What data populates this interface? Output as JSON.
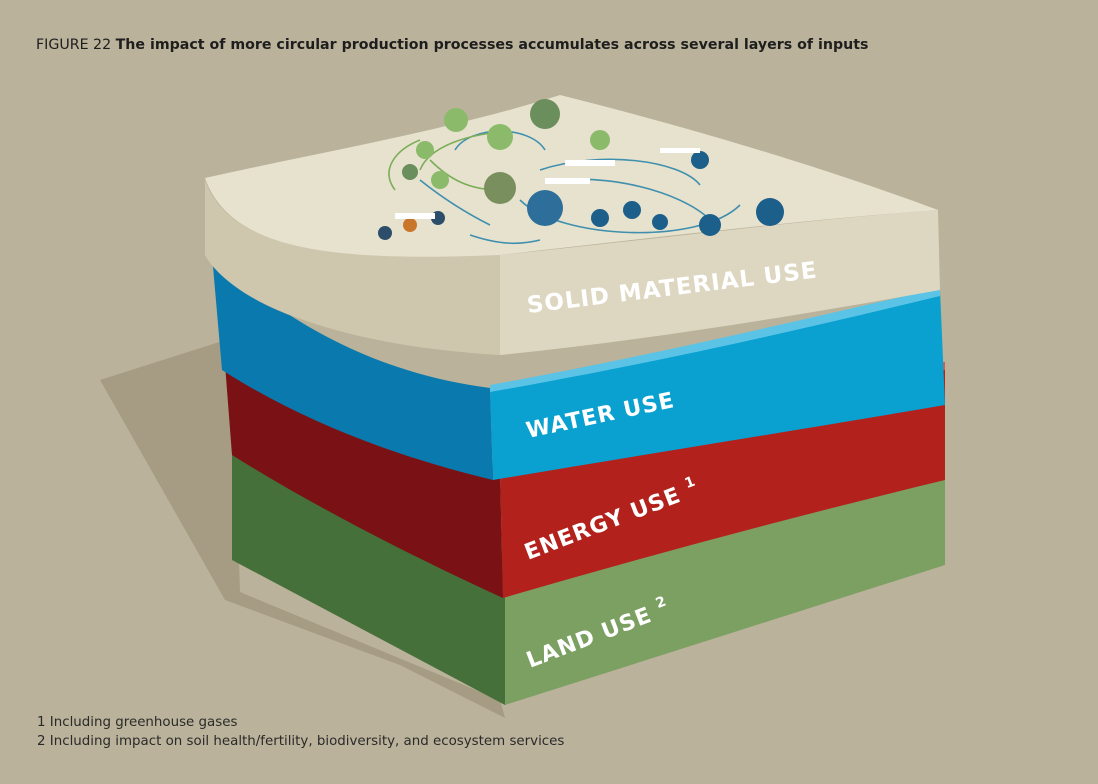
{
  "figure": {
    "prefix": "FIGURE 22",
    "title": "The impact of more circular production processes accumulates across several layers of inputs"
  },
  "layers": [
    {
      "id": "solid",
      "label": "SOLID MATERIAL USE",
      "sup": "",
      "color": "#ddd7c1"
    },
    {
      "id": "water",
      "label": "WATER USE",
      "sup": "",
      "color": "#0aa0d0"
    },
    {
      "id": "energy",
      "label": "ENERGY USE",
      "sup": "1",
      "color": "#b3211c"
    },
    {
      "id": "land",
      "label": "LAND USE",
      "sup": "2",
      "color": "#7ca062"
    }
  ],
  "footnotes": [
    "1 Including greenhouse gases",
    "2 Including impact on soil health/fertility, biodiversity, and ecosystem services"
  ],
  "colors": {
    "background": "#bab29a",
    "shadow": "#a59c83",
    "solid_top": "#e7e2ce",
    "water_blue": "#0aa0d0",
    "water_dark": "#0a79ad",
    "energy_red": "#b3211c",
    "energy_dark": "#7a1215",
    "land_green": "#7ca062",
    "land_dark": "#46703a"
  }
}
